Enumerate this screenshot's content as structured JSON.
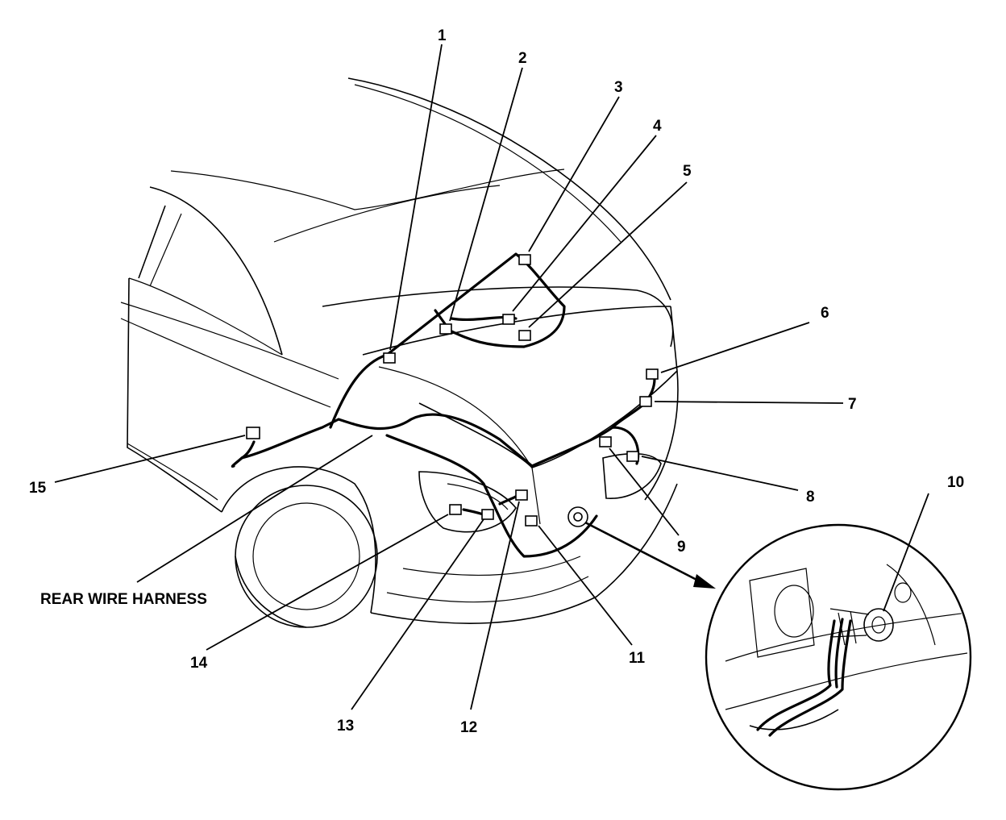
{
  "diagram": {
    "caption": "REAR WIRE HARNESS",
    "callouts": [
      {
        "id": "c1",
        "label": "1"
      },
      {
        "id": "c2",
        "label": "2"
      },
      {
        "id": "c3",
        "label": "3"
      },
      {
        "id": "c4",
        "label": "4"
      },
      {
        "id": "c5",
        "label": "5"
      },
      {
        "id": "c6",
        "label": "6"
      },
      {
        "id": "c7",
        "label": "7"
      },
      {
        "id": "c8",
        "label": "8"
      },
      {
        "id": "c9",
        "label": "9"
      },
      {
        "id": "c10",
        "label": "10"
      },
      {
        "id": "c11",
        "label": "11"
      },
      {
        "id": "c12",
        "label": "12"
      },
      {
        "id": "c13",
        "label": "13"
      },
      {
        "id": "c14",
        "label": "14"
      },
      {
        "id": "c15",
        "label": "15"
      }
    ],
    "line_color": "#000000",
    "background": "#ffffff"
  }
}
